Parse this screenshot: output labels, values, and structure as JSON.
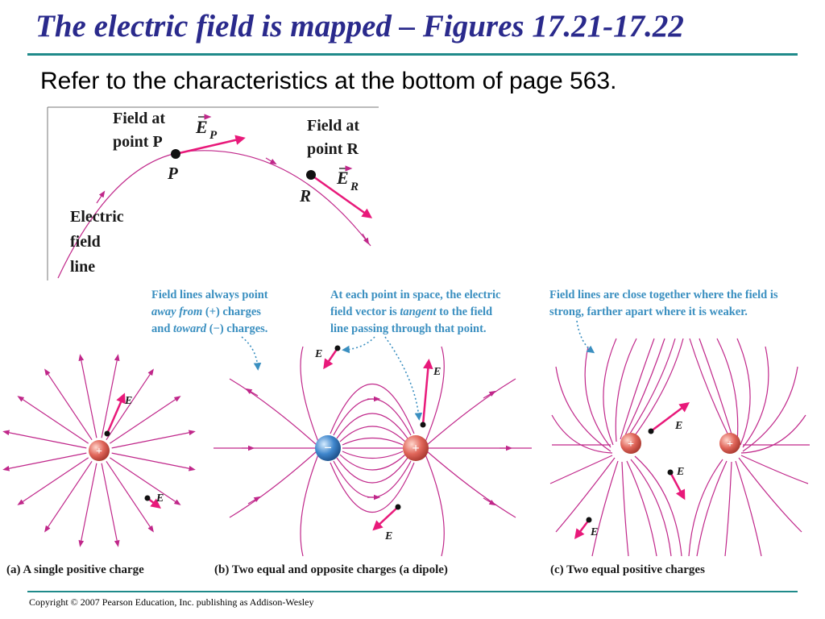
{
  "slide": {
    "title": "The electric field is mapped – Figures 17.21-17.22",
    "subtitle": "Refer to the characteristics at the bottom of page 563.",
    "copyright": "Copyright © 2007  Pearson Education, Inc. publishing as Addison-Wesley"
  },
  "top_figure": {
    "field_at_p_line1": "Field at",
    "field_at_p_line2": "point P",
    "ep_label": "E",
    "ep_sub": "P",
    "point_p": "P",
    "field_at_r_line1": "Field at",
    "field_at_r_line2": "point R",
    "er_label": "E",
    "er_sub": "R",
    "point_r": "R",
    "efl_line1": "Electric",
    "efl_line2": "field",
    "efl_line3": "line"
  },
  "annotations": {
    "a_line1": "Field lines always point",
    "a_line2_em": "away from",
    "a_line2_rest": " (+) charges",
    "a_line3_pre": "and ",
    "a_line3_em": "toward",
    "a_line3_rest": " (−) charges.",
    "b_line1": "At each point in space, the electric",
    "b_line2_pre": "field vector is ",
    "b_line2_em": "tangent",
    "b_line2_rest": " to the field",
    "b_line3": "line passing through that point.",
    "c_line1": "Field lines are close together where the field is",
    "c_line2": "strong, farther apart where it is weaker."
  },
  "captions": {
    "a": "(a) A single positive charge",
    "b": "(b) Two equal and opposite charges (a dipole)",
    "c": "(c) Two equal positive charges"
  },
  "vector_labels": {
    "e": "E"
  },
  "charges": {
    "positive": "+",
    "negative": "−"
  },
  "colors": {
    "title": "#2a2a8c",
    "rule": "#1f8a8a",
    "field_line": "#c0278a",
    "vector": "#e8197a",
    "annotation": "#3a8fc0",
    "positive_charge": "#e0665a",
    "negative_charge": "#3f86cc"
  }
}
